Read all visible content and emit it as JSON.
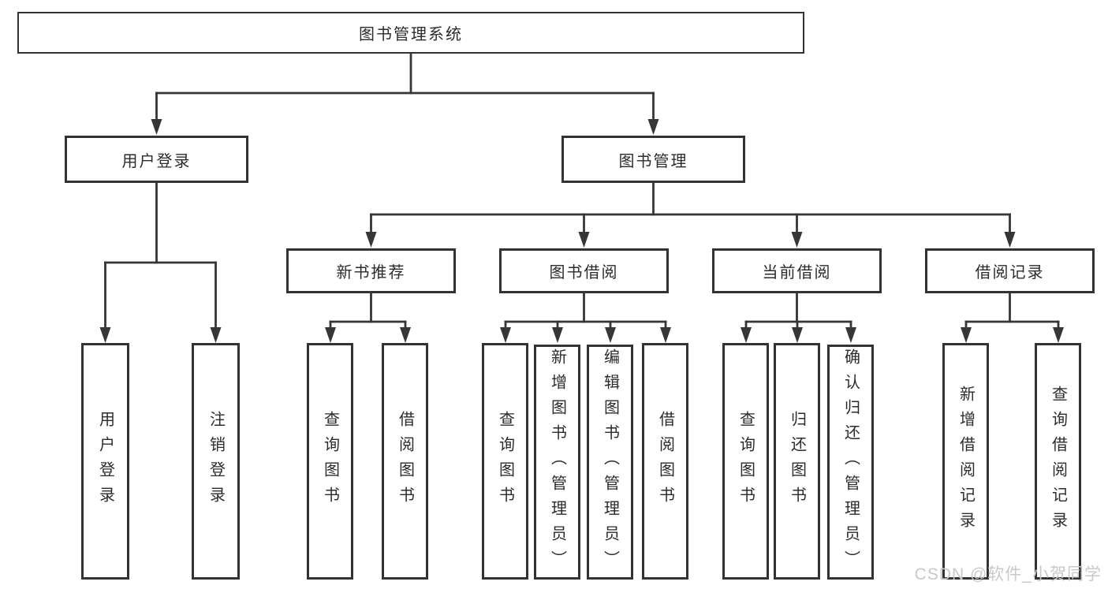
{
  "tree": {
    "root": {
      "label": "图书管理系统"
    },
    "user_login": {
      "label": "用户登录",
      "children": {
        "login": {
          "label": "用户登录"
        },
        "logout": {
          "label": "注销登录"
        }
      }
    },
    "book_management": {
      "label": "图书管理",
      "children": {
        "new_book_recommend": {
          "label": "新书推荐",
          "children": {
            "query": {
              "label": "查询图书"
            },
            "borrow": {
              "label": "借阅图书"
            }
          }
        },
        "book_borrowing": {
          "label": "图书借阅",
          "children": {
            "query": {
              "label": "查询图书"
            },
            "add": {
              "label": "新增图书（管理员）"
            },
            "edit": {
              "label": "编辑图书（管理员）"
            },
            "borrow": {
              "label": "借阅图书"
            }
          }
        },
        "current_borrowing": {
          "label": "当前借阅",
          "children": {
            "query": {
              "label": "查询图书"
            },
            "return_books": {
              "label": "归还图书"
            },
            "confirm_return": {
              "label": "确认归还（管理员）"
            }
          }
        },
        "borrow_records": {
          "label": "借阅记录",
          "children": {
            "add_record": {
              "label": "新增借阅记录"
            },
            "query_record": {
              "label": "查询借阅记录"
            }
          }
        }
      }
    }
  },
  "watermark": {
    "text": "CSDN @软件_小贺同学"
  },
  "colors": {
    "line": "#363636",
    "border": "#333333",
    "text": "#2b2b2b",
    "watermark": "#c9c9c9"
  }
}
